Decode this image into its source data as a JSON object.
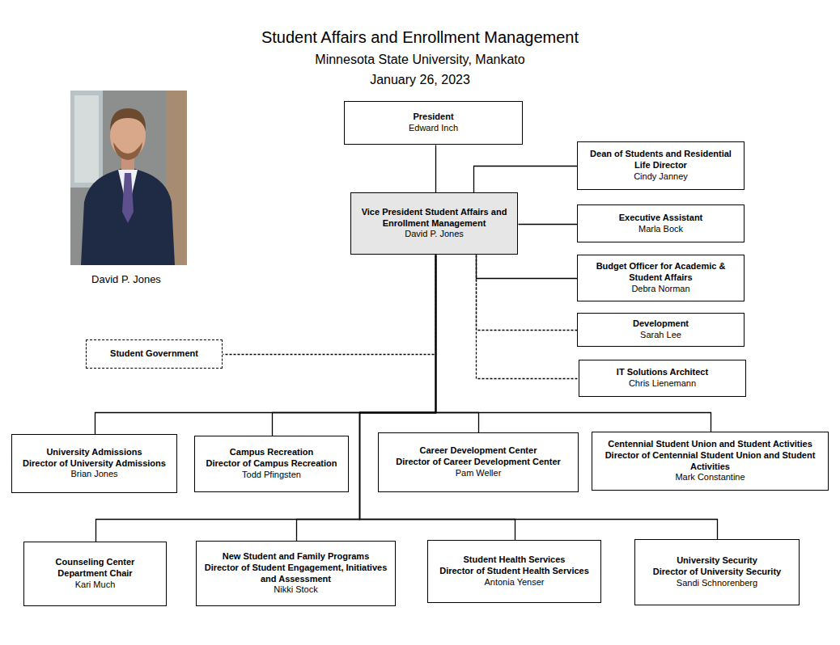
{
  "diagram": {
    "title": "Student Affairs and Enrollment Management",
    "nodes": [
      {
        "text": [
          "President",
          "Edward Inch"
        ]
      },
      {
        "text": [
          "Dean of Students and Residential Life Director",
          "Cindy Janney"
        ]
      },
      {
        "text": [
          "Vice President Student Affairs and Enrollment Management",
          "David P. Jones"
        ]
      },
      {
        "text": [
          "Executive Assistant",
          "Marla Bock"
        ]
      },
      {
        "text": [
          "Budget Officer for Academic & Student Affairs",
          "Debra Norman"
        ]
      },
      {
        "text": [
          "Development",
          "Sarah Lee"
        ]
      },
      {
        "text": [
          "Student Government"
        ]
      },
      {
        "text": [
          "IT Solutions Architect",
          "Chris Lienemann"
        ]
      },
      {
        "text": [
          "University Admissions",
          "Director of University Admissions",
          "Brian Jones"
        ]
      },
      {
        "text": [
          "Campus Recreation",
          "Director of Campus Recreation",
          "Todd Pfingsten"
        ]
      },
      {
        "text": [
          "Career Development Center",
          "Director of Career Development Center",
          "Pam Weller"
        ]
      },
      {
        "text": [
          "Centennial Student Union and Student Activities",
          "Director of Centennial Student Union and Student Activities",
          "Mark Constantine"
        ]
      },
      {
        "text": [
          "Counseling Center",
          "Department Chair",
          "Kari Much"
        ]
      },
      {
        "text": [
          "New Student and Family Programs",
          "Director of Student Engagement, Initiatives and Assessment",
          "Nikki Stock"
        ]
      },
      {
        "text": [
          "Student Health Services",
          "Director of Student Health Services",
          "Antonia Yenser"
        ]
      },
      {
        "text": [
          "University Security",
          "Director of University Security",
          "Sandi Schnorenberg"
        ]
      }
    ],
    "edges": [
      {
        "from": 0,
        "to": 2,
        "arrow": "none"
      },
      {
        "from": 2,
        "to": 1,
        "arrow": "none"
      },
      {
        "from": 2,
        "to": 3,
        "arrow": "none"
      },
      {
        "from": 2,
        "to": 4,
        "arrow": "none"
      },
      {
        "from": 2,
        "to": 5,
        "arrow": "none"
      },
      {
        "from": 2,
        "to": 6,
        "arrow": "none"
      },
      {
        "from": 2,
        "to": 7,
        "arrow": "none"
      },
      {
        "from": 2,
        "to": 8,
        "arrow": "none"
      },
      {
        "from": 2,
        "to": 9,
        "arrow": "none"
      },
      {
        "from": 2,
        "to": 10,
        "arrow": "none"
      },
      {
        "from": 2,
        "to": 11,
        "arrow": "none"
      },
      {
        "from": 2,
        "to": 12,
        "arrow": "none"
      },
      {
        "from": 2,
        "to": 13,
        "arrow": "none"
      },
      {
        "from": 2,
        "to": 14,
        "arrow": "none"
      },
      {
        "from": 2,
        "to": 15,
        "arrow": "none"
      }
    ],
    "labels": [
      "Minnesota State University, Mankato",
      "January 26, 2023",
      "David P. Jones"
    ]
  }
}
